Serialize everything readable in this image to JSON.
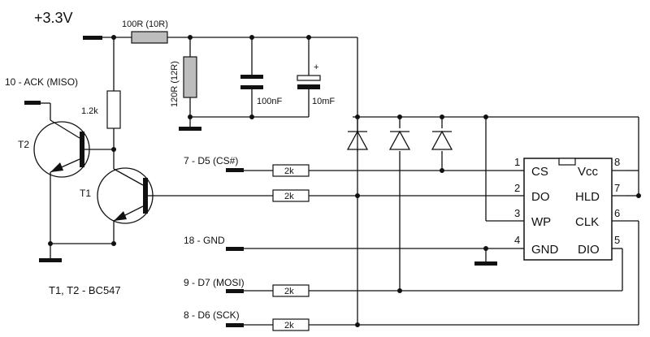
{
  "supply": {
    "label": "+3.3V"
  },
  "resistors": {
    "r_series": "100R (10R)",
    "r_shunt": "120R (12R)",
    "r_bias": "1.2k",
    "r_cs": "2k",
    "r_do": "2k",
    "r_mosi": "2k",
    "r_sck": "2k"
  },
  "capacitors": {
    "c1": "100nF",
    "c2": "10mF",
    "c2_polarity": "+"
  },
  "transistors": {
    "t1": "T1",
    "t2": "T2",
    "note": "T1, T2 - BC547"
  },
  "signals": {
    "ack": "10 - ACK (MISO)",
    "cs": "7 - D5 (CS#)",
    "gnd": "18 - GND",
    "mosi": "9 - D7 (MOSI)",
    "sck": "8 - D6 (SCK)"
  },
  "chip": {
    "pins_left": [
      {
        "num": "1",
        "name": "CS"
      },
      {
        "num": "2",
        "name": "DO"
      },
      {
        "num": "3",
        "name": "WP"
      },
      {
        "num": "4",
        "name": "GND"
      }
    ],
    "pins_right": [
      {
        "num": "8",
        "name": "Vcc"
      },
      {
        "num": "7",
        "name": "HLD"
      },
      {
        "num": "6",
        "name": "CLK"
      },
      {
        "num": "5",
        "name": "DIO"
      }
    ]
  },
  "colors": {
    "wire": "#111111",
    "resistor_fill": "#bdbdbd"
  }
}
